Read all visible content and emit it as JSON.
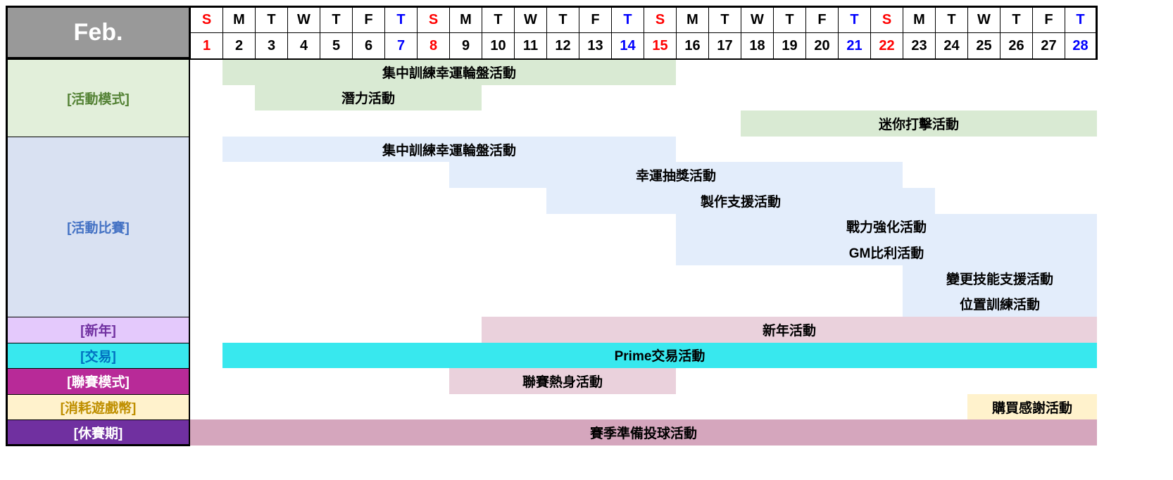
{
  "month": "Feb.",
  "days": [
    {
      "w": "S",
      "d": "1"
    },
    {
      "w": "M",
      "d": "2"
    },
    {
      "w": "T",
      "d": "3"
    },
    {
      "w": "W",
      "d": "4"
    },
    {
      "w": "T",
      "d": "5"
    },
    {
      "w": "F",
      "d": "6"
    },
    {
      "w": "T",
      "d": "7"
    },
    {
      "w": "S",
      "d": "8"
    },
    {
      "w": "M",
      "d": "9"
    },
    {
      "w": "T",
      "d": "10"
    },
    {
      "w": "W",
      "d": "11"
    },
    {
      "w": "T",
      "d": "12"
    },
    {
      "w": "F",
      "d": "13"
    },
    {
      "w": "T",
      "d": "14"
    },
    {
      "w": "S",
      "d": "15"
    },
    {
      "w": "M",
      "d": "16"
    },
    {
      "w": "T",
      "d": "17"
    },
    {
      "w": "W",
      "d": "18"
    },
    {
      "w": "T",
      "d": "19"
    },
    {
      "w": "F",
      "d": "20"
    },
    {
      "w": "T",
      "d": "21"
    },
    {
      "w": "S",
      "d": "22"
    },
    {
      "w": "M",
      "d": "23"
    },
    {
      "w": "T",
      "d": "24"
    },
    {
      "w": "W",
      "d": "25"
    },
    {
      "w": "T",
      "d": "26"
    },
    {
      "w": "F",
      "d": "27"
    },
    {
      "w": "T",
      "d": "28"
    }
  ],
  "colors": {
    "sunday": "#ff0000",
    "saturday": "#0000ff",
    "weekday": "#000000"
  },
  "groups": [
    {
      "label": "[活動模式]",
      "rows": [
        1,
        3
      ],
      "bg": "#e2efda",
      "fg": "#548235"
    },
    {
      "label": "[活動比賽]",
      "rows": [
        4,
        10
      ],
      "bg": "#d9e1f2",
      "fg": "#4472c4"
    },
    {
      "label": "[新年]",
      "rows": [
        11,
        11
      ],
      "bg": "#e4c9fc",
      "fg": "#7030a0"
    },
    {
      "label": "[交易]",
      "rows": [
        12,
        12
      ],
      "bg": "#38e8ee",
      "fg": "#0070c0"
    },
    {
      "label": "[聯賽模式]",
      "rows": [
        13,
        13
      ],
      "bg": "#b82a98",
      "fg": "#ffffff"
    },
    {
      "label": "[消耗遊戲幣]",
      "rows": [
        14,
        14
      ],
      "bg": "#fff2cc",
      "fg": "#bf8f00"
    },
    {
      "label": "[休賽期]",
      "rows": [
        15,
        15
      ],
      "bg": "#7030a0",
      "fg": "#ffffff"
    }
  ],
  "events": [
    {
      "label": "集中訓練幸運輪盤活動",
      "rows": [
        1,
        1
      ],
      "start": 2,
      "end": 15,
      "bg": "#d9ead3"
    },
    {
      "label": "潛力活動",
      "rows": [
        2,
        2
      ],
      "start": 3,
      "end": 9,
      "bg": "#d9ead3"
    },
    {
      "label": "迷你打擊活動",
      "rows": [
        3,
        3
      ],
      "start": 18,
      "end": 28,
      "bg": "#d9ead3"
    },
    {
      "label": "集中訓練幸運輪盤活動",
      "rows": [
        4,
        4
      ],
      "start": 2,
      "end": 15,
      "bg": "#e3edfb"
    },
    {
      "label": "幸運抽獎活動",
      "rows": [
        5,
        5
      ],
      "start": 9,
      "end": 22,
      "bg": "#e3edfb"
    },
    {
      "label": "製作支援活動",
      "rows": [
        6,
        6
      ],
      "start": 12,
      "end": 23,
      "bg": "#e3edfb"
    },
    {
      "label": "戰力強化活動",
      "rows": [
        7,
        7
      ],
      "start": 16,
      "end": 28,
      "bg": "#e3edfb"
    },
    {
      "label": "GM比利活動",
      "rows": [
        8,
        8
      ],
      "start": 16,
      "end": 28,
      "bg": "#e3edfb"
    },
    {
      "label": "變更技能支援活動",
      "rows": [
        9,
        9
      ],
      "start": 23,
      "end": 28,
      "bg": "#e3edfb"
    },
    {
      "label": "位置訓練活動",
      "rows": [
        10,
        10
      ],
      "start": 23,
      "end": 28,
      "bg": "#e3edfb"
    },
    {
      "label": "新年活動",
      "rows": [
        11,
        11
      ],
      "start": 10,
      "end": 28,
      "bg": "#ead1dc"
    },
    {
      "label": "Prime交易活動",
      "rows": [
        12,
        12
      ],
      "start": 2,
      "end": 28,
      "bg": "#38e8ee"
    },
    {
      "label": "聯賽熱身活動",
      "rows": [
        13,
        13
      ],
      "start": 9,
      "end": 15,
      "bg": "#ead1dc"
    },
    {
      "label": "購買感謝活動",
      "rows": [
        14,
        14
      ],
      "start": 25,
      "end": 28,
      "bg": "#fff2cc"
    },
    {
      "label": "賽季準備投球活動",
      "rows": [
        15,
        15
      ],
      "start": 1,
      "end": 28,
      "bg": "#d5a6bd"
    }
  ]
}
